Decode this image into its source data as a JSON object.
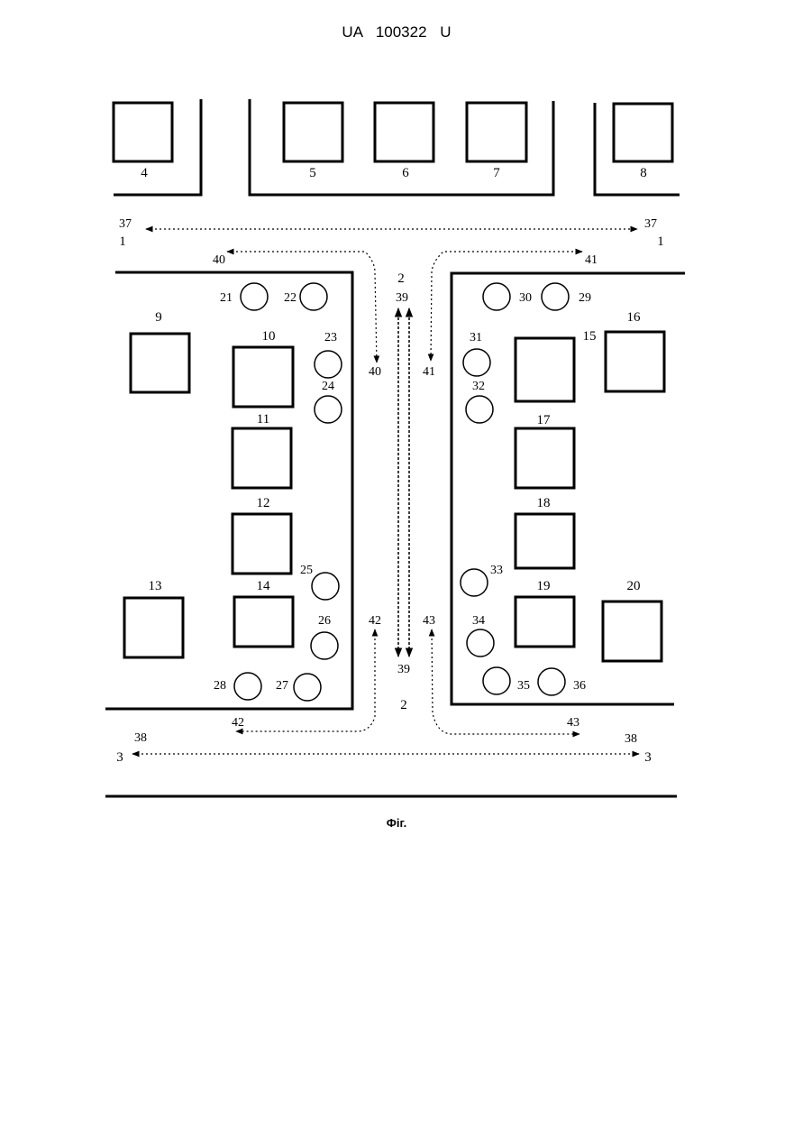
{
  "header": {
    "text": "UA   100322   U"
  },
  "caption": "Фіг.",
  "blocks": {
    "b4": "4",
    "b5": "5",
    "b6": "6",
    "b7": "7",
    "b8": "8",
    "b9": "9",
    "b10": "10",
    "b11": "11",
    "b12": "12",
    "b13": "13",
    "b14": "14",
    "b15": "15",
    "b16": "16",
    "b17": "17",
    "b18": "18",
    "b19": "19",
    "b20": "20"
  },
  "circles": {
    "c21": "21",
    "c22": "22",
    "c23": "23",
    "c24": "24",
    "c25": "25",
    "c26": "26",
    "c27": "27",
    "c28": "28",
    "c29": "29",
    "c30": "30",
    "c31": "31",
    "c32": "32",
    "c33": "33",
    "c34": "34",
    "c35": "35",
    "c36": "36"
  },
  "routes": {
    "r37": "37",
    "r38": "38",
    "r39": "39",
    "r40": "40",
    "r41": "41",
    "r42": "42",
    "r43": "43"
  },
  "zones": {
    "z1": "1",
    "z2": "2",
    "z3": "3"
  }
}
